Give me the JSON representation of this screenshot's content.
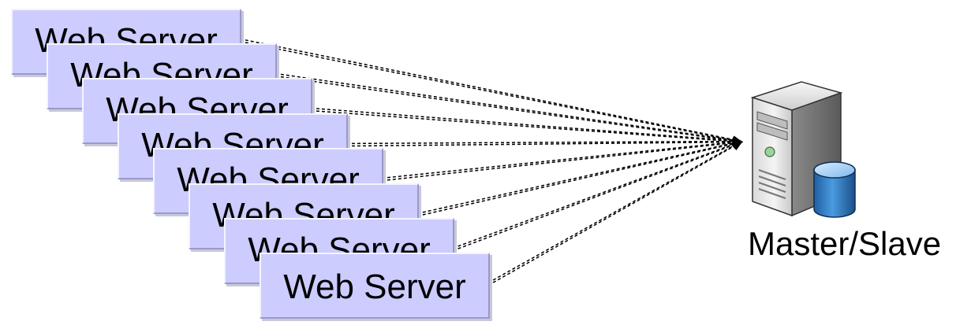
{
  "diagram": {
    "web_servers": [
      {
        "label": "Web Server"
      },
      {
        "label": "Web Server"
      },
      {
        "label": "Web Server"
      },
      {
        "label": "Web Server"
      },
      {
        "label": "Web Server"
      },
      {
        "label": "Web Server"
      },
      {
        "label": "Web Server"
      },
      {
        "label": "Web Server"
      }
    ],
    "database_server": {
      "label": "Master/Slave",
      "icon": "server-with-database-icon"
    },
    "connector_style": "dashed",
    "colors": {
      "box_fill": "#ccccff",
      "text": "#000000",
      "connector": "#000000"
    }
  }
}
